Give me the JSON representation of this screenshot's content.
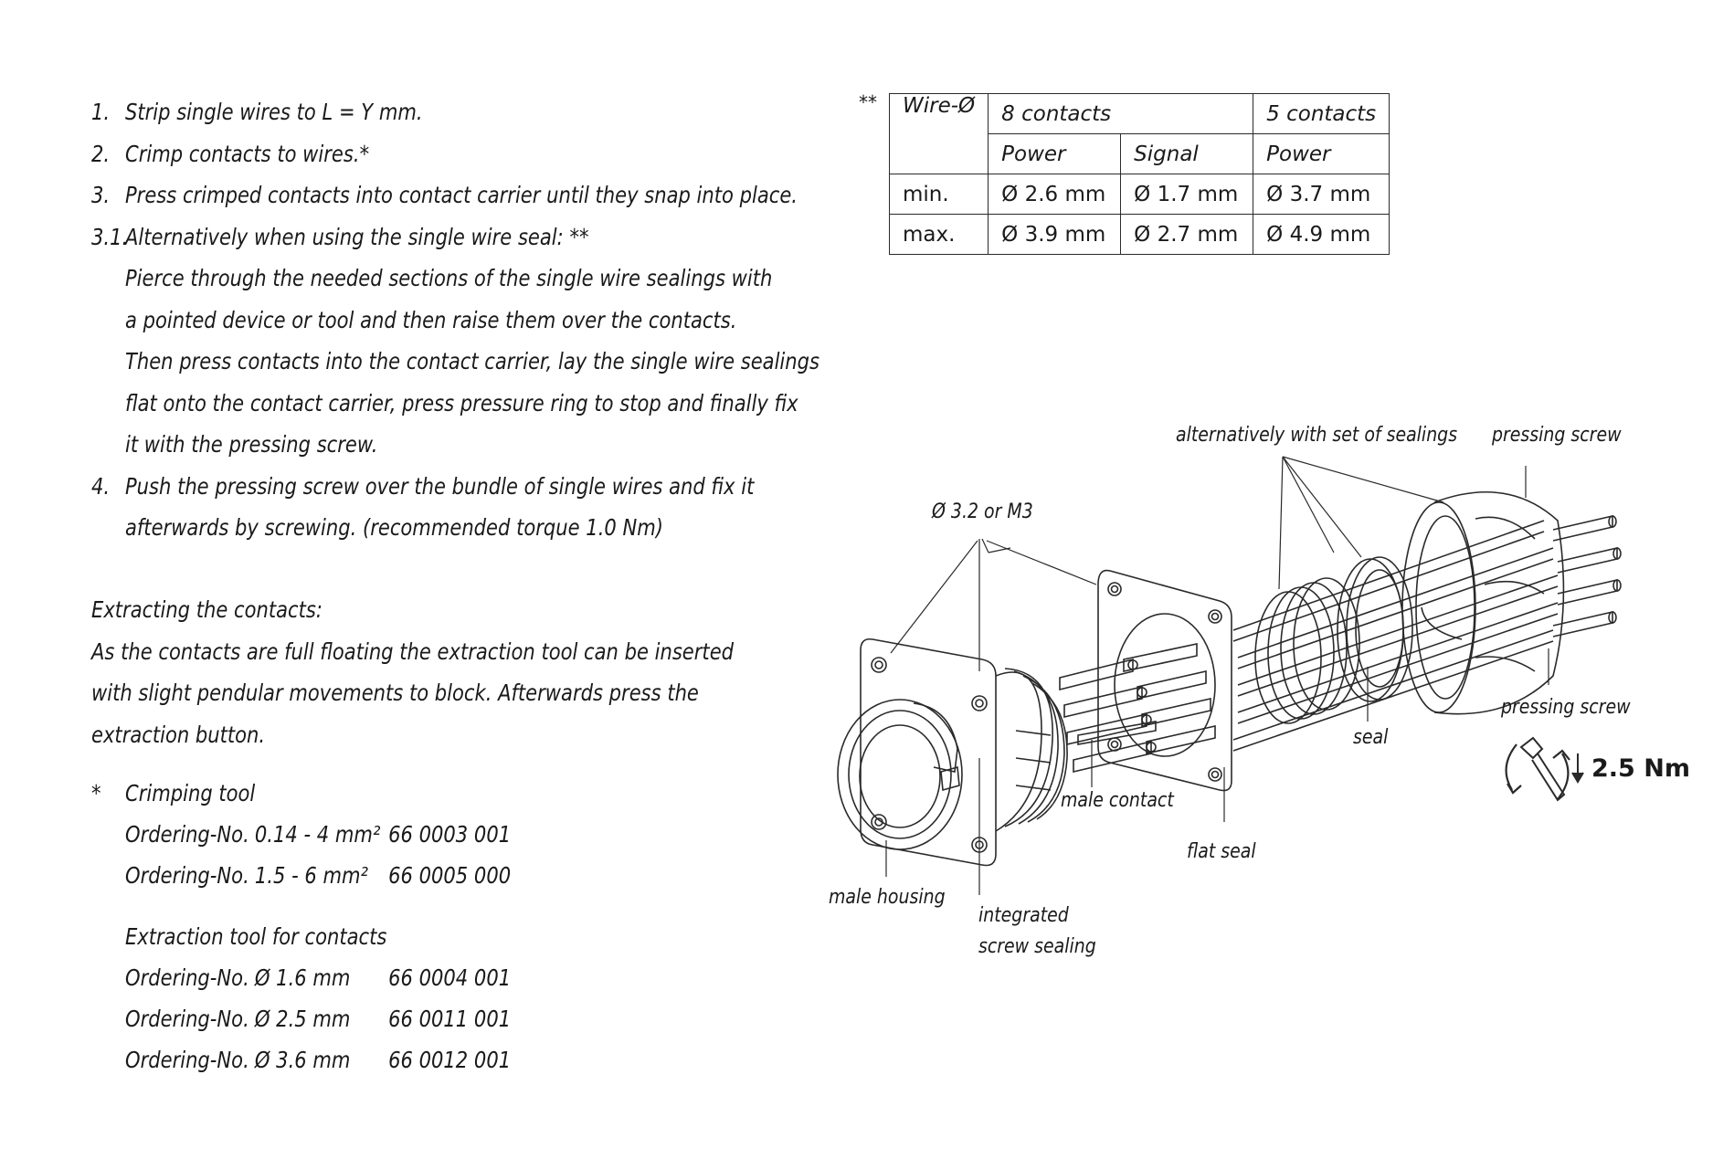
{
  "instructions": {
    "steps": [
      {
        "num": "1.",
        "text": "Strip single wires to L = Y mm."
      },
      {
        "num": "2.",
        "text": "Crimp contacts to wires.*"
      },
      {
        "num": "3.",
        "text": "Press crimped contacts into contact carrier until they snap into place."
      },
      {
        "num": "3.1.",
        "text": "Alternatively when using the single wire seal: **"
      }
    ],
    "step31_cont": [
      "Pierce through the needed sections of the single wire sealings with",
      "a pointed device or tool and then raise them over the contacts.",
      "Then press contacts into the contact carrier, lay the single wire sealings",
      "flat onto the contact carrier, press pressure ring to stop and finally fix",
      "it with the pressing screw."
    ],
    "step4": {
      "num": "4.",
      "text": "Push the pressing screw over the bundle of single wires and fix it"
    },
    "step4_cont": "afterwards by screwing. (recommended torque 1.0 Nm)"
  },
  "extracting": {
    "heading": "Extracting the contacts:",
    "lines": [
      "As the contacts are full floating the extraction tool can be inserted",
      "with slight pendular movements to block. Afterwards press the",
      "extraction button."
    ]
  },
  "tools": {
    "marker": "*",
    "crimping_title": "Crimping tool",
    "crimping": [
      {
        "label": "Ordering-No.",
        "size": "0.14 - 4 mm²",
        "number": "66 0003 001"
      },
      {
        "label": "Ordering-No.",
        "size": "1.5 - 6 mm²",
        "number": "66 0005 000"
      }
    ],
    "extraction_title": "Extraction tool for contacts",
    "extraction": [
      {
        "label": "Ordering-No.",
        "size": "Ø 1.6 mm",
        "number": "66 0004 001"
      },
      {
        "label": "Ordering-No.",
        "size": "Ø 2.5 mm",
        "number": "66 0011 001"
      },
      {
        "label": "Ordering-No.",
        "size": "Ø 3.6 mm",
        "number": "66 0012 001"
      }
    ]
  },
  "wire_table": {
    "marker": "**",
    "header": {
      "col0": "Wire-Ø",
      "group1": "8 contacts",
      "group2": "5 contacts"
    },
    "subheader": {
      "c1": "Power",
      "c2": "Signal",
      "c3": "Power"
    },
    "rows": [
      {
        "label": "min.",
        "c1": "Ø 2.6 mm",
        "c2": "Ø 1.7 mm",
        "c3": "Ø 3.7 mm"
      },
      {
        "label": "max.",
        "c1": "Ø 3.9 mm",
        "c2": "Ø 2.7 mm",
        "c3": "Ø 4.9 mm"
      }
    ]
  },
  "diagram": {
    "labels": {
      "alt_sealings": "alternatively with set of sealings",
      "pressing_screw_top": "pressing screw",
      "hole": "Ø 3.2 or M3",
      "pressing_screw_bottom": "pressing screw",
      "seal": "seal",
      "torque": "2.5 Nm",
      "male_contact": "male contact",
      "flat_seal": "flat seal",
      "male_housing": "male housing",
      "integrated_line1": "integrated",
      "integrated_line2": "screw sealing"
    },
    "icons": [
      "wrench-icon",
      "rotation-arrows-icon"
    ]
  }
}
